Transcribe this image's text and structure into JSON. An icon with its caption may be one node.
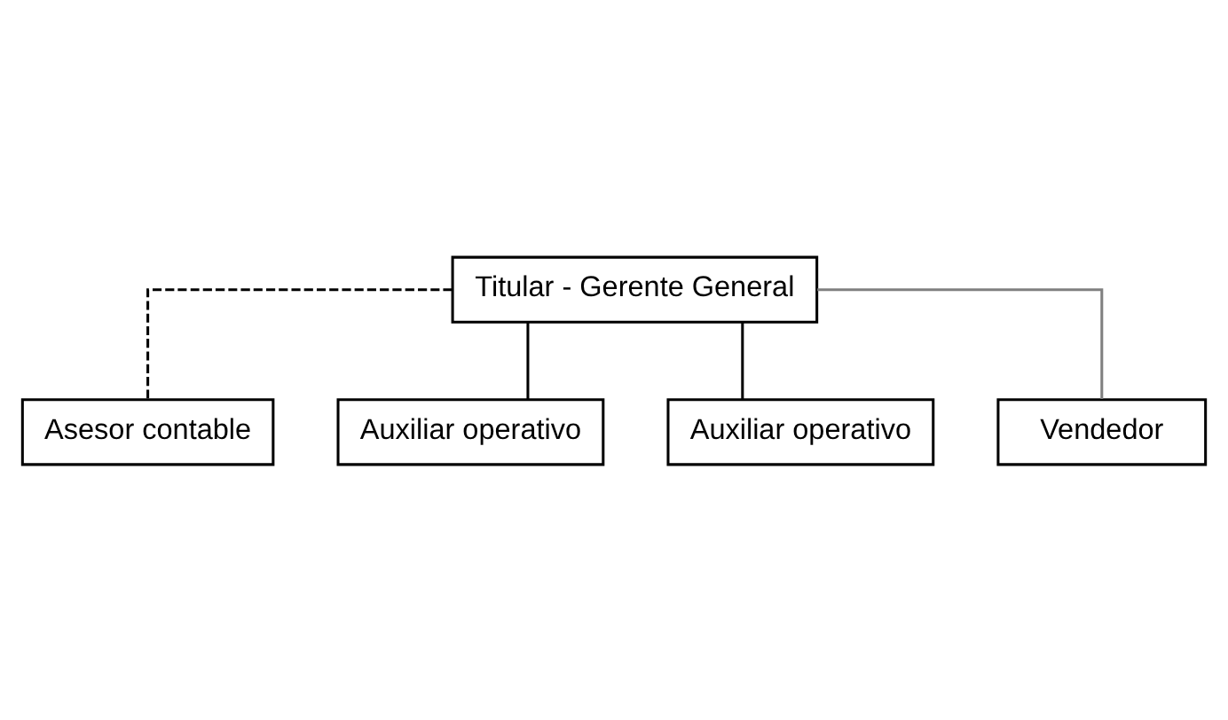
{
  "diagram": {
    "nodes": [
      {
        "text": [
          "Titular - Gerente General"
        ]
      },
      {
        "text": [
          "Asesor contable"
        ]
      },
      {
        "text": [
          "Auxiliar operativo"
        ]
      },
      {
        "text": [
          "Auxiliar operativo"
        ]
      },
      {
        "text": [
          "Vendedor"
        ]
      }
    ],
    "edges": [
      {
        "from": 0,
        "to": 1,
        "arrow": "none",
        "style": "dashed"
      },
      {
        "from": 0,
        "to": 2,
        "arrow": "none"
      },
      {
        "from": 0,
        "to": 3,
        "arrow": "none"
      },
      {
        "from": 0,
        "to": 4,
        "arrow": "none",
        "color": "#808080"
      }
    ]
  }
}
